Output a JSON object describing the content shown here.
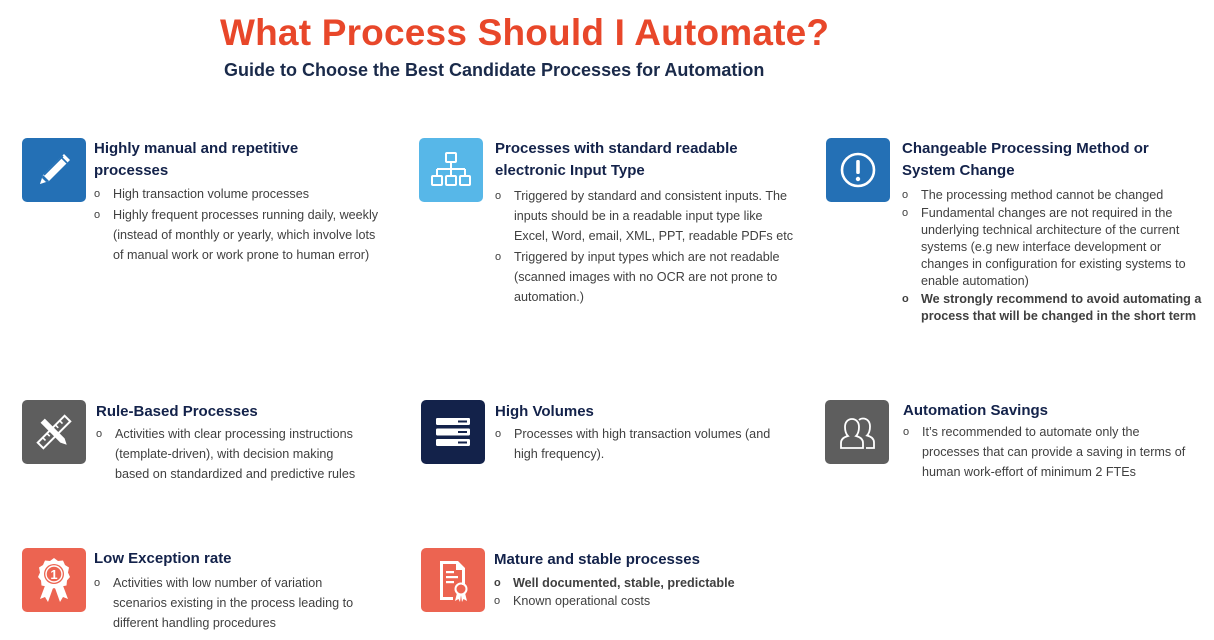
{
  "header": {
    "title": "What Process Should I Automate?",
    "subtitle": "Guide to Choose the Best Candidate Processes for Automation"
  },
  "colors": {
    "title": "#e8472a",
    "heading": "#13224a",
    "blue_dark": "#2470b5",
    "blue_light": "#57b7e8",
    "gray": "#5e5e5e",
    "navy": "#13224a",
    "coral": "#ec6451"
  },
  "cards": {
    "manual": {
      "icon": "pencil-icon",
      "title": "Highly manual and repetitive processes",
      "bullets": [
        "High transaction volume processes",
        "Highly frequent processes running daily, weekly (instead of monthly or yearly, which involve lots of manual work or work prone to human error)"
      ]
    },
    "input": {
      "icon": "org-chart-icon",
      "title": "Processes with standard readable electronic Input Type",
      "bullets": [
        "Triggered by standard and consistent inputs. The inputs should be in a readable input type like Excel, Word, email, XML, PPT, readable PDFs etc",
        "Triggered by input types which are not readable (scanned images with no OCR are not prone to automation.)"
      ]
    },
    "changeable": {
      "icon": "exclamation-icon",
      "title": "Changeable Processing Method or System Change",
      "bullets": [
        "The processing method cannot be changed",
        "Fundamental changes are not required in the underlying technical architecture of the current systems (e.g new interface development or changes in configuration for existing systems to enable automation)",
        "We strongly recommend to avoid automating a process that will be changed in the short term"
      ]
    },
    "rules": {
      "icon": "ruler-pencil-icon",
      "title": "Rule-Based Processes",
      "bullets": [
        "Activities with clear processing instructions (template-driven), with decision making based on standardized and predictive rules"
      ]
    },
    "volumes": {
      "icon": "server-icon",
      "title": "High Volumes",
      "bullets": [
        "Processes with high transaction volumes (and high frequency)."
      ]
    },
    "savings": {
      "icon": "users-icon",
      "title": "Automation Savings",
      "bullets": [
        "It’s recommended to automate only the processes that can provide a saving in terms of human work-effort of minimum 2 FTEs"
      ]
    },
    "exception": {
      "icon": "award-ribbon-icon",
      "title": "Low Exception rate",
      "badge_number": "1",
      "bullets": [
        "Activities with low number of variation scenarios existing in the process leading to different handling procedures"
      ]
    },
    "mature": {
      "icon": "certificate-document-icon",
      "title": "Mature and stable processes",
      "bullets": [
        "Well documented, stable, predictable",
        "Known operational costs"
      ]
    }
  }
}
